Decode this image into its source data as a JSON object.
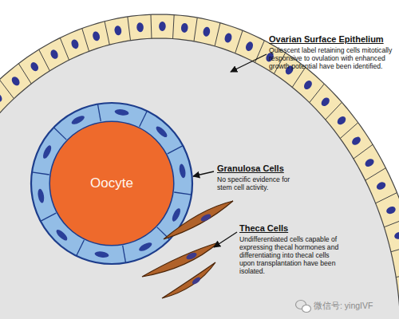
{
  "diagram": {
    "nodes": [
      {
        "text": [
          "Oocyte"
        ]
      }
    ],
    "labels": [
      "Ovarian Surface Epithelium",
      "Quiescent label retaining cells mitotically responsive to ovulation with enhanced growth potential have been identified.",
      "Granulosa Cells",
      "No specific evidence for stem cell activity.",
      "Theca Cells",
      "Undifferentiated cells capable of expressing thecal hormones and differentiating into thecal cells upon transplantation have been isolated.",
      "微信号: yingIVF"
    ]
  }
}
